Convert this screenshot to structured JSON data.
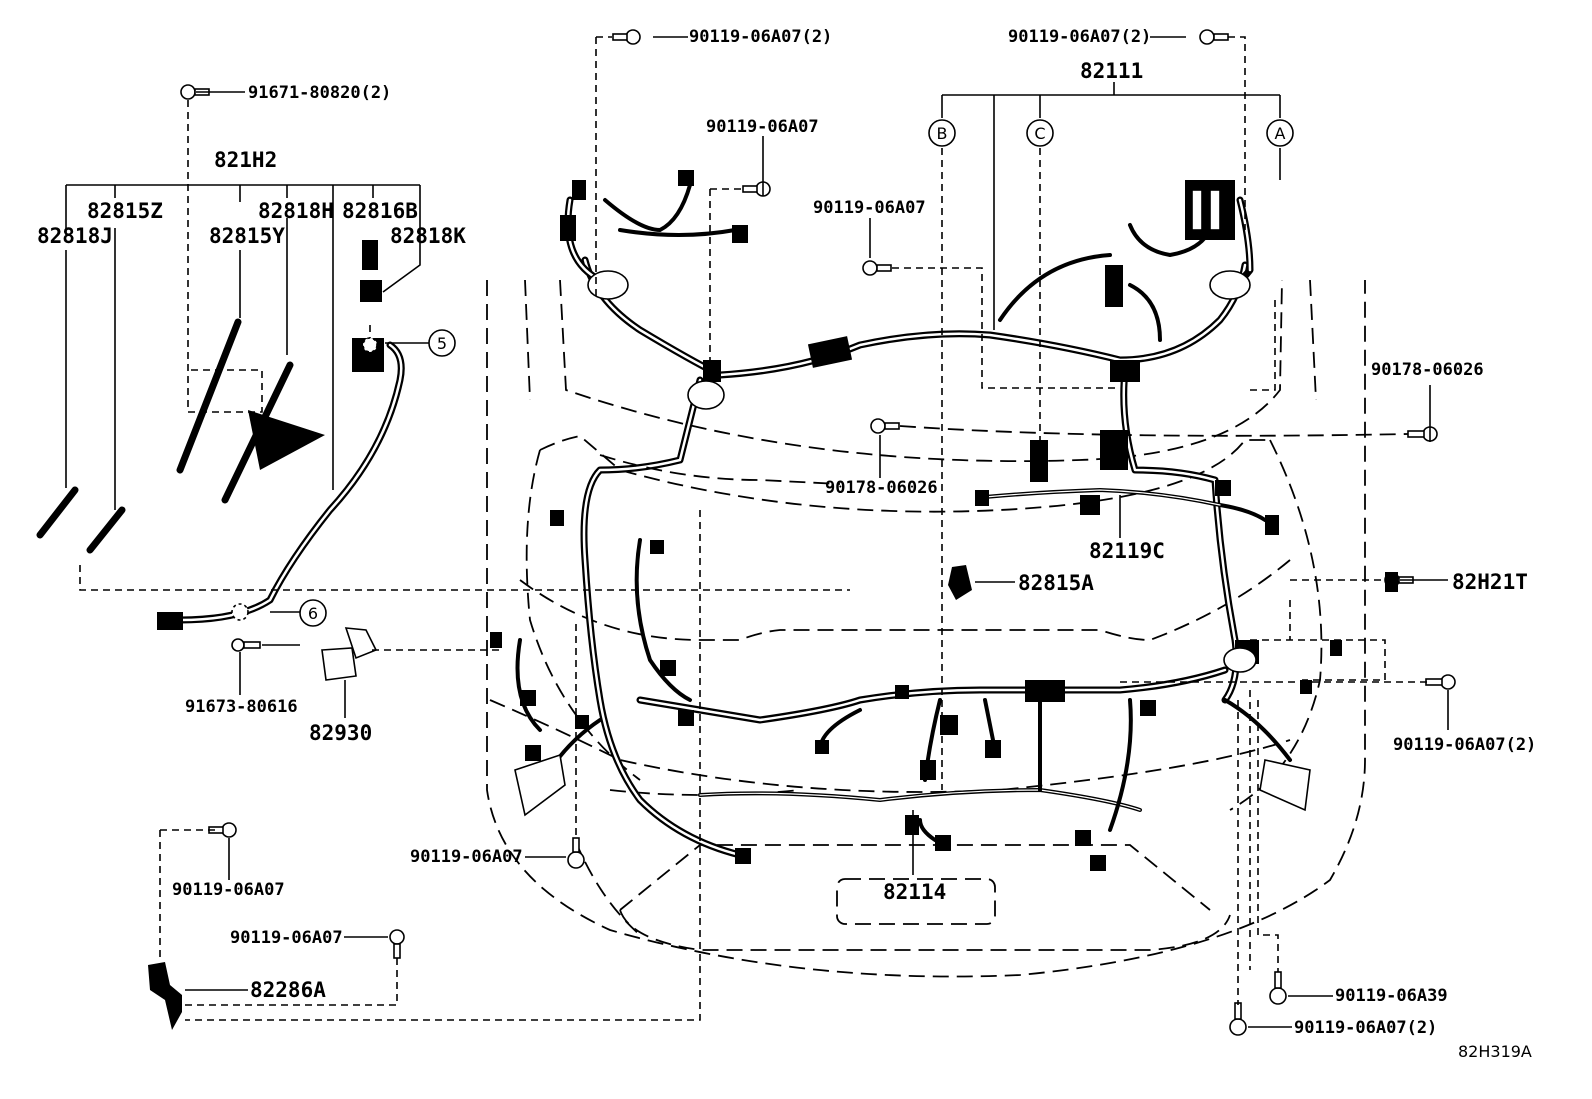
{
  "diagram": {
    "reference_code": "82H319A",
    "callouts": {
      "c5": "5",
      "c6": "6",
      "cA": "A",
      "cB": "B",
      "cC": "C"
    },
    "parts": {
      "p821H2": "821H2",
      "p82815Z": "82815Z",
      "p82818J": "82818J",
      "p82815Y": "82815Y",
      "p82818H": "82818H",
      "p82816B": "82816B",
      "p82818K": "82818K",
      "p91671": "91671-80820(2)",
      "p91673": "91673-80616",
      "p82930": "82930",
      "p90119_top_left": "90119-06A07(2)",
      "p90119_top_right": "90119-06A07(2)",
      "p82111": "82111",
      "p90119_upper": "90119-06A07",
      "p90119_mid": "90119-06A07",
      "p90178_center": "90178-06026",
      "p90178_right": "90178-06026",
      "p82119C": "82119C",
      "p82815A": "82815A",
      "p82H21T": "82H21T",
      "p90119_right_2": "90119-06A07(2)",
      "p90119_bottom_center": "90119-06A07",
      "p82114": "82114",
      "p90119_bottom_left": "90119-06A07",
      "p90119_bottom_left2": "90119-06A07",
      "p82286A": "82286A",
      "p90119_06A39": "90119-06A39",
      "p90119_bottom_right_2": "90119-06A07(2)"
    }
  }
}
